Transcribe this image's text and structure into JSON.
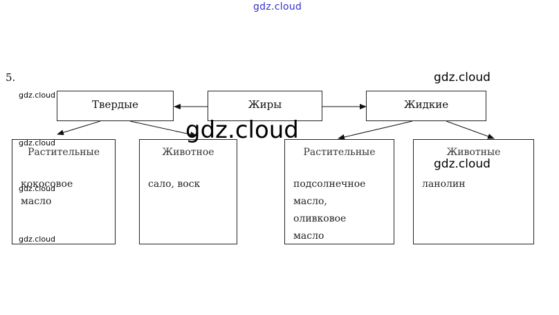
{
  "watermarks": {
    "top": "gdz.cloud",
    "right": "gdz.cloud",
    "small": "gdz.cloud",
    "center": "gdz.cloud"
  },
  "task_number": "5.",
  "diagram": {
    "root": "Жиры",
    "left_group": "Твердые",
    "right_group": "Жидкие",
    "categories": [
      {
        "title": "Растительные",
        "items": [
          "кокосовое",
          "масло"
        ]
      },
      {
        "title": "Животное",
        "items": [
          "сало, воск"
        ]
      },
      {
        "title": "Растительные",
        "items": [
          "подсолнечное",
          "масло,",
          "оливковое",
          "масло"
        ]
      },
      {
        "title": "Животные",
        "items": [
          "ланолин"
        ]
      }
    ]
  }
}
